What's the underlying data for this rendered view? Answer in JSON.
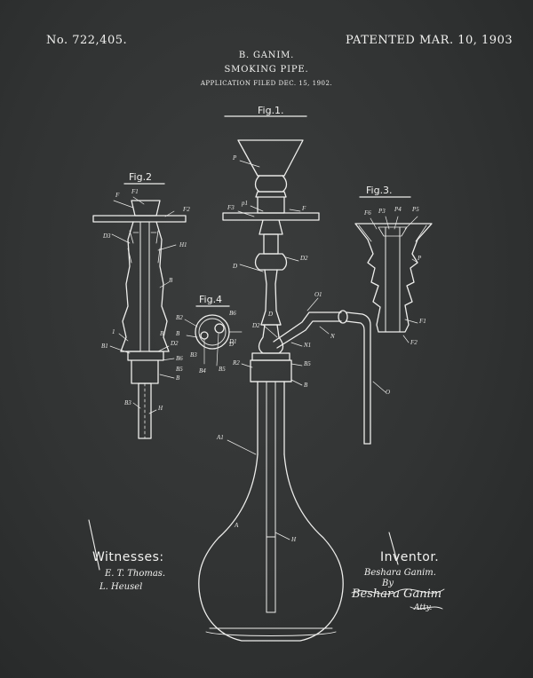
{
  "header": {
    "patent_number": "No. 722,405.",
    "patent_date": "PATENTED MAR. 10, 1903",
    "inventor": "B. GANIM.",
    "title": "SMOKING PIPE.",
    "filed": "APPLICATION FILED DEC. 15, 1902."
  },
  "figures": {
    "fig1": "Fig.1.",
    "fig2": "Fig.2",
    "fig3": "Fig.3.",
    "fig4": "Fig.4"
  },
  "witnesses": {
    "heading": "Witnesses:",
    "names": [
      "E. T. Thomas.",
      "L. Heusel"
    ]
  },
  "inventor_block": {
    "heading": "Inventor.",
    "name": "Beshara Ganim.",
    "by": "By",
    "attorney": "Beshara Ganim",
    "atty": "Atty."
  },
  "colors": {
    "background": "#313333",
    "ink": "#f0f0ee"
  },
  "labels": {
    "fig1": [
      "P",
      "F3",
      "p1",
      "F",
      "D",
      "D2",
      "D",
      "O1",
      "D2",
      "N1",
      "N",
      "D1",
      "R2",
      "B5",
      "B",
      "A1",
      "O",
      "A",
      "H"
    ],
    "fig2": [
      "F",
      "F1",
      "F2",
      "D3",
      "H1",
      "B",
      "1",
      "D2",
      "B",
      "B1",
      "B6",
      "B5",
      "B",
      "B3",
      "H"
    ],
    "fig3": [
      "F6",
      "P3",
      "P4",
      "P5",
      "P",
      "F1",
      "F2"
    ],
    "fig4": [
      "B6",
      "B2",
      "B",
      "B3",
      "D",
      "B4",
      "B5"
    ]
  }
}
